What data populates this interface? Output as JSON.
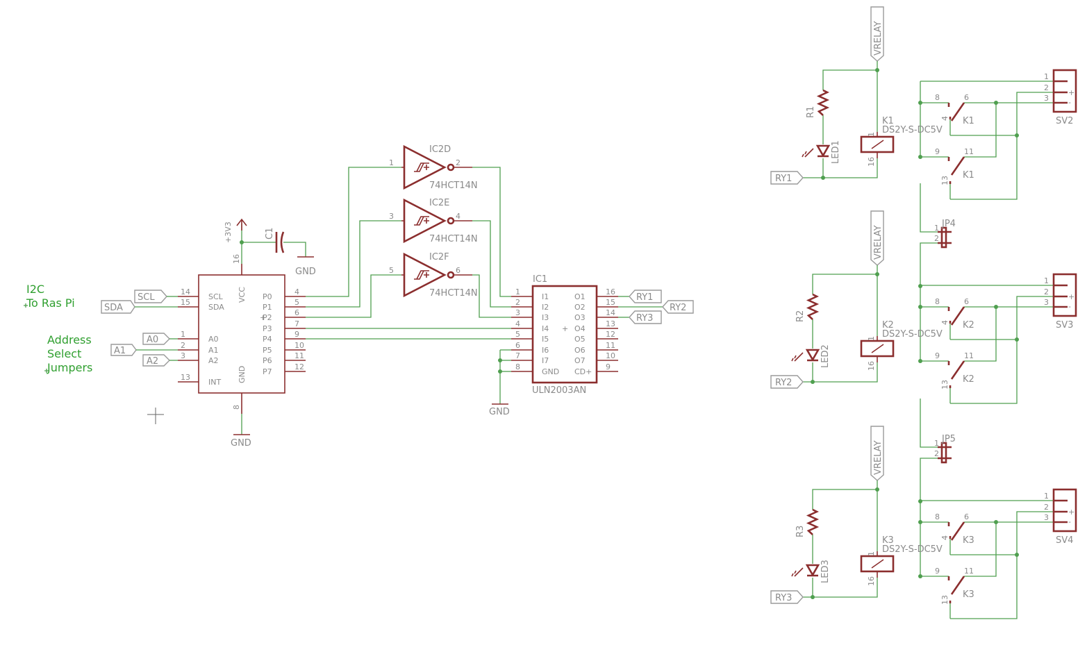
{
  "notes": {
    "i2c_line1": "I2C",
    "i2c_line2": "To Ras Pi",
    "addr_line1": "Address",
    "addr_line2": "Select",
    "addr_line3": "Jumpers"
  },
  "labels": {
    "scl": "SCL",
    "sda": "SDA",
    "a0": "A0",
    "a1": "A1",
    "a2": "A2",
    "ry1": "RY1",
    "ry2": "RY2",
    "ry3": "RY3",
    "vrelay": "VRELAY",
    "gnd": "GND",
    "v3": "+3V3"
  },
  "expander": {
    "left_pins": [
      "SCL",
      "SDA",
      "A0",
      "A1",
      "A2",
      "INT"
    ],
    "left_nums": [
      "14",
      "15",
      "1",
      "2",
      "3",
      "13"
    ],
    "right_pins": [
      "P0",
      "P1",
      "P2",
      "P3",
      "P4",
      "P5",
      "P6",
      "P7"
    ],
    "right_nums": [
      "4",
      "5",
      "6",
      "7",
      "9",
      "10",
      "11",
      "12"
    ],
    "vcc": "VCC",
    "gnd": "GND",
    "pin16": "16",
    "pin8": "8"
  },
  "c1": {
    "name": "C1"
  },
  "inverters": [
    {
      "name": "IC2D",
      "value": "74HCT14N",
      "in": "1",
      "out": "2"
    },
    {
      "name": "IC2E",
      "value": "74HCT14N",
      "in": "3",
      "out": "4"
    },
    {
      "name": "IC2F",
      "value": "74HCT14N",
      "in": "5",
      "out": "6"
    }
  ],
  "uln": {
    "name": "IC1",
    "value": "ULN2003AN",
    "left_pins": [
      "I1",
      "I2",
      "I3",
      "I4",
      "I5",
      "I6",
      "I7",
      "GND"
    ],
    "left_nums": [
      "1",
      "2",
      "3",
      "4",
      "5",
      "6",
      "7",
      "8"
    ],
    "right_pins": [
      "O1",
      "O2",
      "O3",
      "O4",
      "O5",
      "O6",
      "O7",
      "CD+"
    ],
    "right_nums": [
      "16",
      "15",
      "14",
      "13",
      "12",
      "11",
      "10",
      "9"
    ]
  },
  "relays": [
    {
      "r": "R1",
      "led": "LED1",
      "k": "K1",
      "part": "DS2Y-S-DC5V",
      "sv": "SV2"
    },
    {
      "r": "R2",
      "led": "LED2",
      "k": "K2",
      "part": "DS2Y-S-DC5V",
      "sv": "SV3"
    },
    {
      "r": "R3",
      "led": "LED3",
      "k": "K3",
      "part": "DS2Y-S-DC5V",
      "sv": "SV4"
    }
  ],
  "relay_pins": {
    "coil_top": "1",
    "coil_bot": "16",
    "nc_a": "8",
    "com_a": "6",
    "no_a": "4",
    "nc_b": "9",
    "com_b": "11",
    "no_b": "13"
  },
  "connector_pins": [
    "1",
    "2",
    "3"
  ],
  "connector_marks": [
    "+",
    "-"
  ],
  "jumpers": [
    {
      "name": "JP4"
    },
    {
      "name": "JP5"
    }
  ],
  "jumper_pins": [
    "1",
    "2"
  ]
}
